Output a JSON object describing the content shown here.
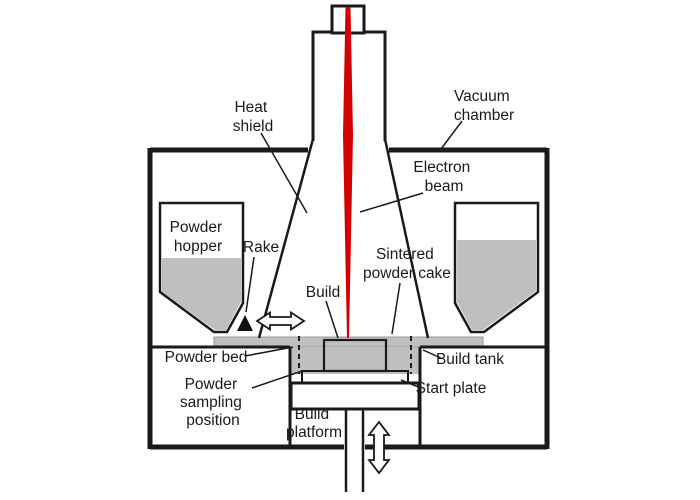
{
  "diagram": {
    "labels": {
      "heat_shield_1": "Heat",
      "heat_shield_2": "shield",
      "vacuum_chamber_1": "Vacuum",
      "vacuum_chamber_2": "chamber",
      "electron_beam_1": "Electron",
      "electron_beam_2": "beam",
      "powder_hopper_1": "Powder",
      "powder_hopper_2": "hopper",
      "rake": "Rake",
      "build": "Build",
      "sintered_1": "Sintered",
      "sintered_2": "powder cake",
      "powder_bed": "Powder bed",
      "build_tank": "Build tank",
      "powder_sampling_1": "Powder",
      "powder_sampling_2": "sampling",
      "powder_sampling_3": "position",
      "start_plate": "Start plate",
      "build_platform_1": "Build",
      "build_platform_2": "platform"
    },
    "colors": {
      "beam": "#d40000",
      "powder": "#bfbfbf",
      "start_plate": "#b3b3b3",
      "line": "#1a1a1a",
      "rake": "#111111"
    }
  }
}
